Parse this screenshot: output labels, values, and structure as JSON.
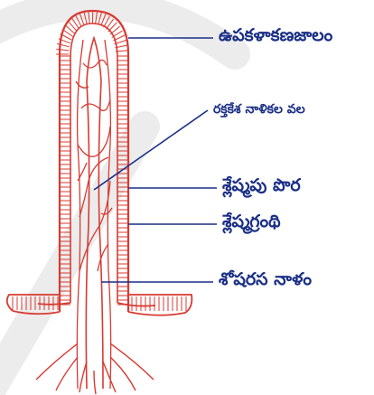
{
  "labels": {
    "epithelium": "ఉపకళాకణజాలం",
    "capillary_network": "రక్తకేశ నాళికల వల",
    "mucous_layer": "శ్లేష్మపు పొర",
    "mucous_gland": "శ్లేష్మగ్రంథి",
    "lacteal": "శోషరస నాళం"
  },
  "colors": {
    "vessel": "#d83a32",
    "leader_line": "#1a2f86",
    "label_text": "#1a2f86",
    "watermark": "#e6e6e6"
  }
}
